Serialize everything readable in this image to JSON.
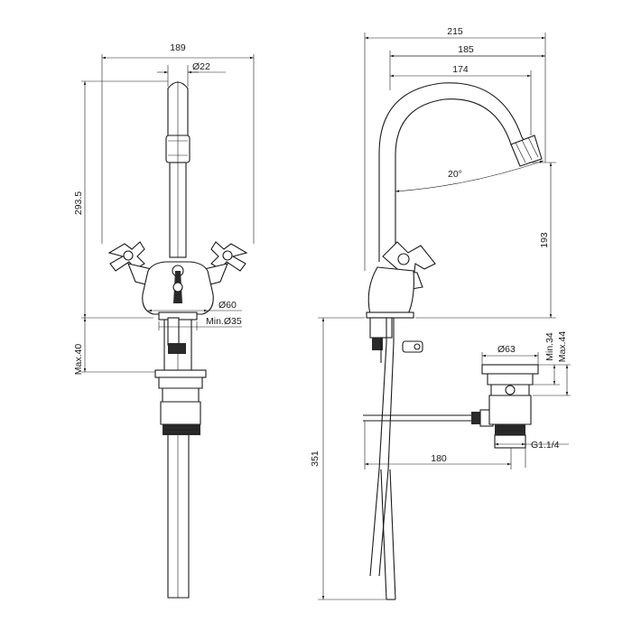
{
  "front_view": {
    "width_189": "189",
    "spout_dia": "Ø22",
    "height_293_5": "293.5",
    "base_dia": "Ø60",
    "hole_min": "Min.Ø35",
    "deck_max": "Max.40"
  },
  "side_view": {
    "reach_215": "215",
    "reach_185": "185",
    "reach_174": "174",
    "angle": "20°",
    "height_193": "193",
    "waste_dia": "Ø63",
    "min_34": "Min.34",
    "max_44": "Max.44",
    "rod_180": "180",
    "thread": "G1.1/4",
    "total_351": "351"
  }
}
